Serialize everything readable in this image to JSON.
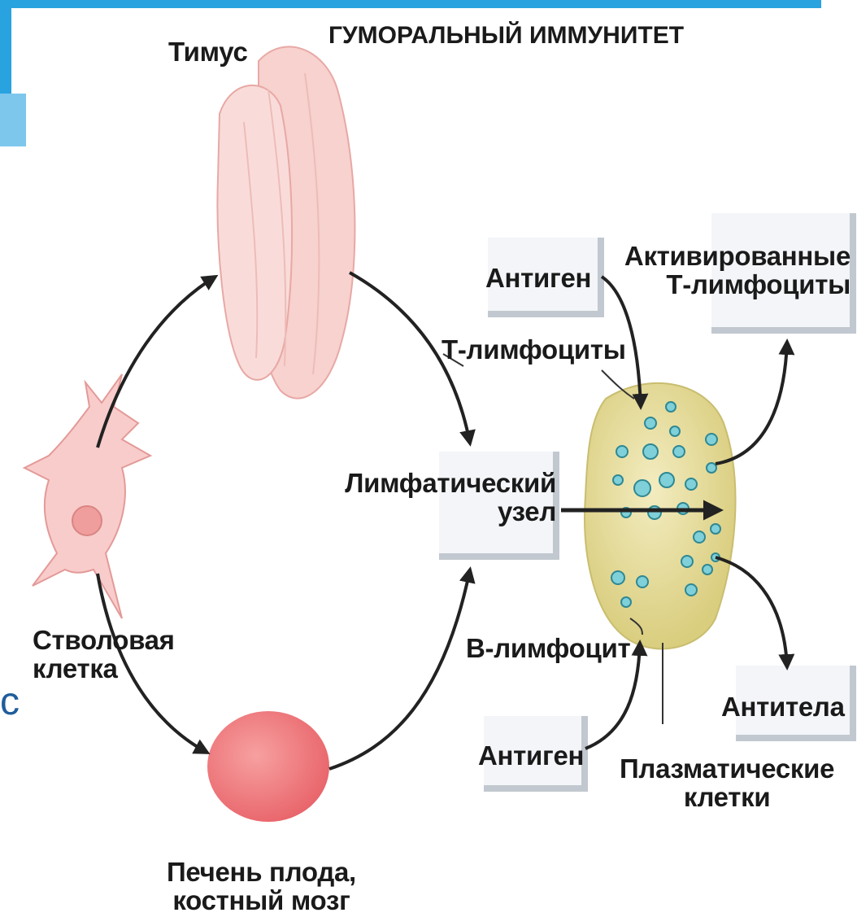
{
  "title": "ГУМОРАЛЬНЫЙ ИММУНИТЕТ",
  "labels": {
    "thymus": "Тимус",
    "antigen_top": "Антиген",
    "activated_line1": "Активированные",
    "activated_line2": "Т-лимфоциты",
    "t_lymphocytes": "Т-лимфоциты",
    "lymph_node_line1": "Лимфатический",
    "lymph_node_line2": "узел",
    "stem_cell_line1": "Стволовая",
    "stem_cell_line2": "клетка",
    "b_lymphocyte": "В-лимфоцит",
    "antibodies": "Антитела",
    "antigen_bottom": "Антиген",
    "plasma_line1": "Плазматические",
    "plasma_line2": "клетки",
    "liver_line1": "Печень плода,",
    "liver_line2": "костный мозг"
  },
  "fragment_text": "c",
  "colors": {
    "accent_blue": "#29a3e0",
    "thymus_fill": "#f7cfcc",
    "liver_fill": "#f07b7e",
    "node_fill": "#e6dc98",
    "cell_dots": "#6fc6cf",
    "stem_cell": "#f6c2c0",
    "arrow": "#222222"
  }
}
